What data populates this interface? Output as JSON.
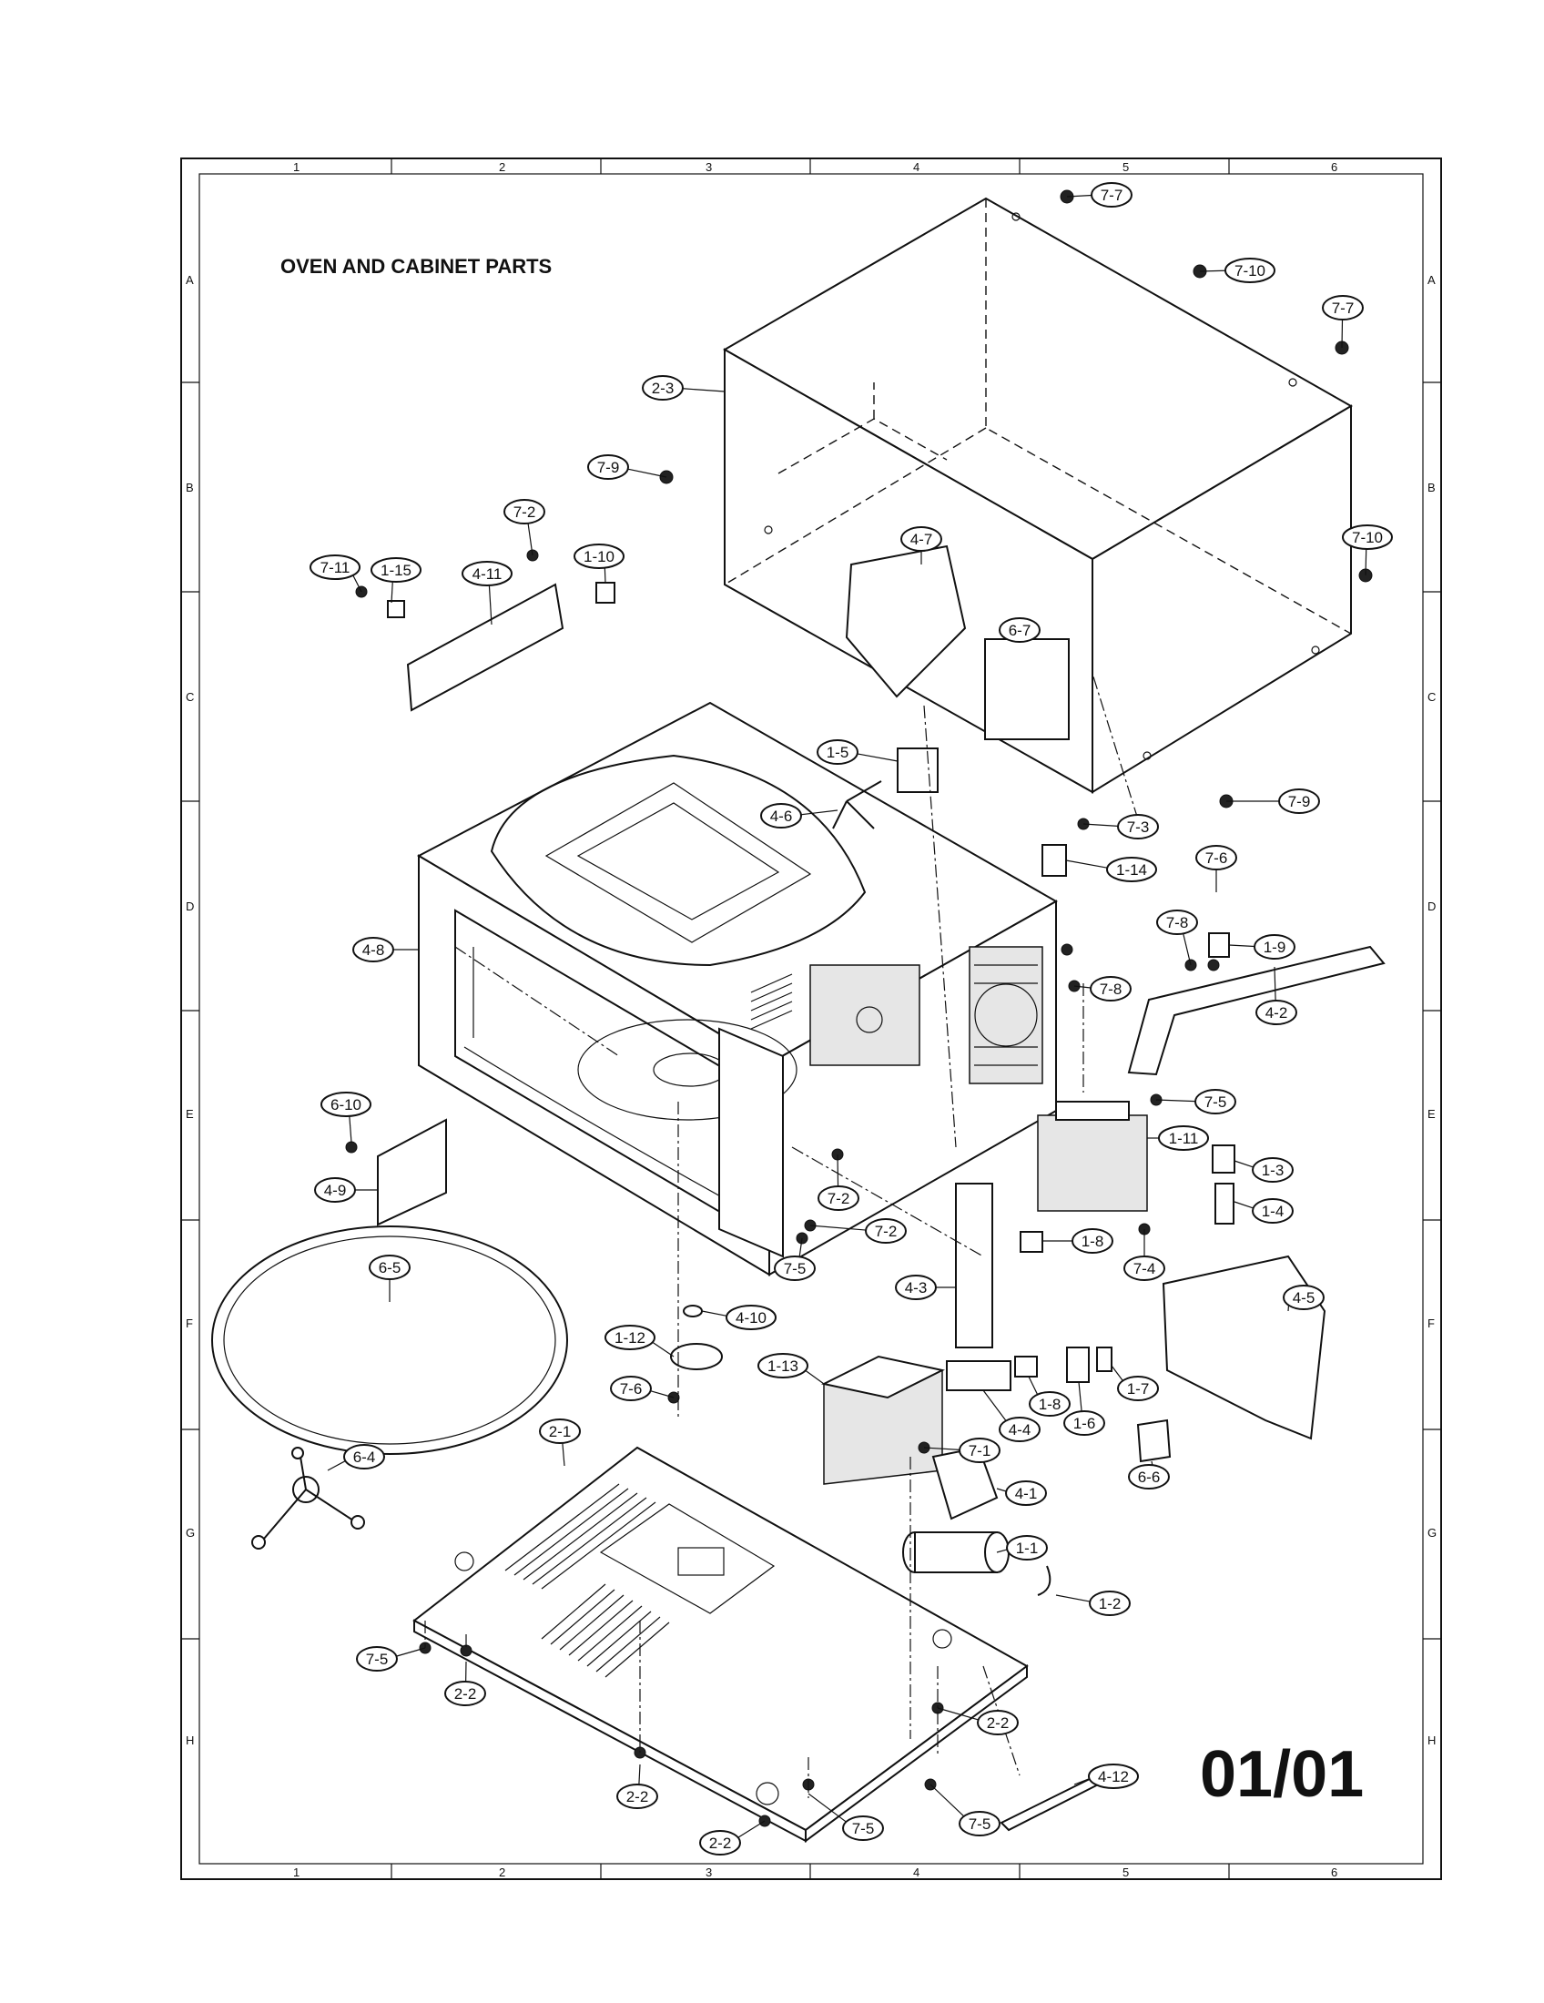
{
  "title": "OVEN AND CABINET PARTS",
  "page_number": "01/01",
  "grid": {
    "columns": [
      "1",
      "2",
      "3",
      "4",
      "5",
      "6"
    ],
    "rows": [
      "A",
      "B",
      "C",
      "D",
      "E",
      "F",
      "G",
      "H"
    ]
  },
  "callouts": [
    {
      "id": "c-7-7a",
      "label": "7-7"
    },
    {
      "id": "c-7-10a",
      "label": "7-10"
    },
    {
      "id": "c-7-7b",
      "label": "7-7"
    },
    {
      "id": "c-2-3",
      "label": "2-3"
    },
    {
      "id": "c-7-9a",
      "label": "7-9"
    },
    {
      "id": "c-7-10b",
      "label": "7-10"
    },
    {
      "id": "c-7-2a",
      "label": "7-2"
    },
    {
      "id": "c-7-11",
      "label": "7-11"
    },
    {
      "id": "c-1-15",
      "label": "1-15"
    },
    {
      "id": "c-4-11",
      "label": "4-11"
    },
    {
      "id": "c-1-10",
      "label": "1-10"
    },
    {
      "id": "c-4-7",
      "label": "4-7"
    },
    {
      "id": "c-6-7",
      "label": "6-7"
    },
    {
      "id": "c-1-5",
      "label": "1-5"
    },
    {
      "id": "c-4-6",
      "label": "4-6"
    },
    {
      "id": "c-7-9b",
      "label": "7-9"
    },
    {
      "id": "c-7-3",
      "label": "7-3"
    },
    {
      "id": "c-1-14",
      "label": "1-14"
    },
    {
      "id": "c-7-6a",
      "label": "7-6"
    },
    {
      "id": "c-7-8a",
      "label": "7-8"
    },
    {
      "id": "c-1-9",
      "label": "1-9"
    },
    {
      "id": "c-4-8",
      "label": "4-8"
    },
    {
      "id": "c-7-8b",
      "label": "7-8"
    },
    {
      "id": "c-4-2",
      "label": "4-2"
    },
    {
      "id": "c-7-5a",
      "label": "7-5"
    },
    {
      "id": "c-6-10",
      "label": "6-10"
    },
    {
      "id": "c-1-11",
      "label": "1-11"
    },
    {
      "id": "c-4-9",
      "label": "4-9"
    },
    {
      "id": "c-1-3",
      "label": "1-3"
    },
    {
      "id": "c-7-2b",
      "label": "7-2"
    },
    {
      "id": "c-1-4",
      "label": "1-4"
    },
    {
      "id": "c-7-2c",
      "label": "7-2"
    },
    {
      "id": "c-1-8a",
      "label": "1-8"
    },
    {
      "id": "c-6-5",
      "label": "6-5"
    },
    {
      "id": "c-7-5b",
      "label": "7-5"
    },
    {
      "id": "c-7-4",
      "label": "7-4"
    },
    {
      "id": "c-4-3",
      "label": "4-3"
    },
    {
      "id": "c-4-5",
      "label": "4-5"
    },
    {
      "id": "c-4-10",
      "label": "4-10"
    },
    {
      "id": "c-1-12",
      "label": "1-12"
    },
    {
      "id": "c-1-13",
      "label": "1-13"
    },
    {
      "id": "c-7-6b",
      "label": "7-6"
    },
    {
      "id": "c-1-8b",
      "label": "1-8"
    },
    {
      "id": "c-1-7",
      "label": "1-7"
    },
    {
      "id": "c-4-4",
      "label": "4-4"
    },
    {
      "id": "c-1-6",
      "label": "1-6"
    },
    {
      "id": "c-2-1",
      "label": "2-1"
    },
    {
      "id": "c-6-6",
      "label": "6-6"
    },
    {
      "id": "c-7-1",
      "label": "7-1"
    },
    {
      "id": "c-6-4",
      "label": "6-4"
    },
    {
      "id": "c-4-1",
      "label": "4-1"
    },
    {
      "id": "c-1-1",
      "label": "1-1"
    },
    {
      "id": "c-1-2",
      "label": "1-2"
    },
    {
      "id": "c-7-5c",
      "label": "7-5"
    },
    {
      "id": "c-2-2a",
      "label": "2-2"
    },
    {
      "id": "c-2-2b",
      "label": "2-2"
    },
    {
      "id": "c-2-2c",
      "label": "2-2"
    },
    {
      "id": "c-4-12",
      "label": "4-12"
    },
    {
      "id": "c-2-2d",
      "label": "2-2"
    },
    {
      "id": "c-7-5d",
      "label": "7-5"
    },
    {
      "id": "c-7-5e",
      "label": "7-5"
    }
  ]
}
